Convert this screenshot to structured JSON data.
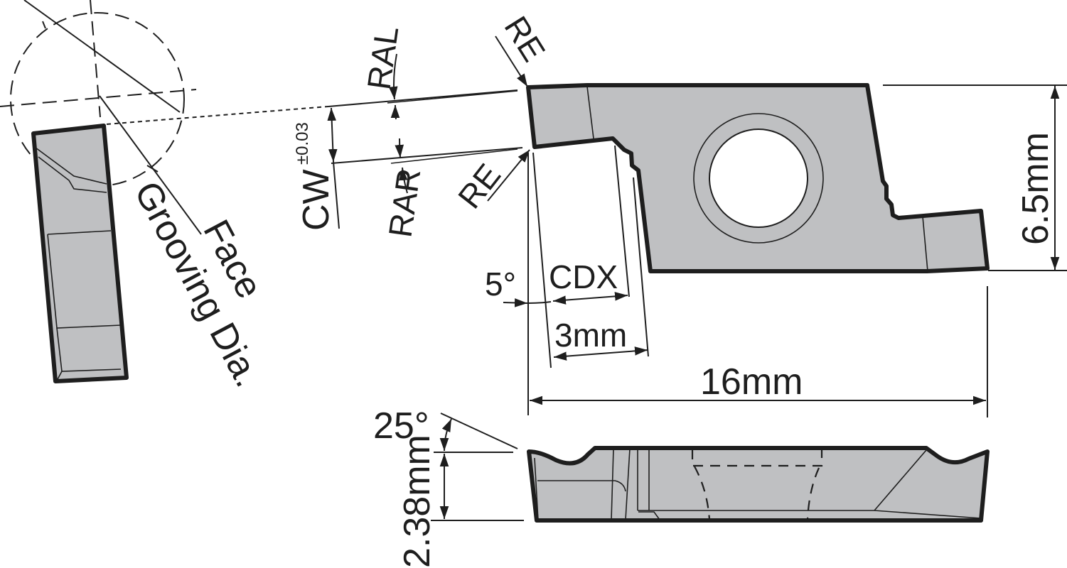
{
  "drawing": {
    "title": "Grooving insert dimensional drawing",
    "colors": {
      "insert_fill": "#bfc0c2",
      "line": "#1e1e1e",
      "background": "#ffffff"
    },
    "side_view": {
      "labels": {
        "face": "Face",
        "grooving_dia": "Grooving Dia."
      }
    },
    "top_view": {
      "labels": {
        "re_top": "RE",
        "re_bottom": "RE",
        "ral": "RAL",
        "rar": "RAR",
        "cw": "CW",
        "cw_tolerance": "±0.03",
        "angle_5": "5°",
        "cdx": "CDX",
        "width_3": "3mm",
        "height_6_5": "6.5mm",
        "length_16": "16mm"
      }
    },
    "front_view": {
      "labels": {
        "angle_25": "25°",
        "thickness": "2.38mm"
      }
    }
  }
}
